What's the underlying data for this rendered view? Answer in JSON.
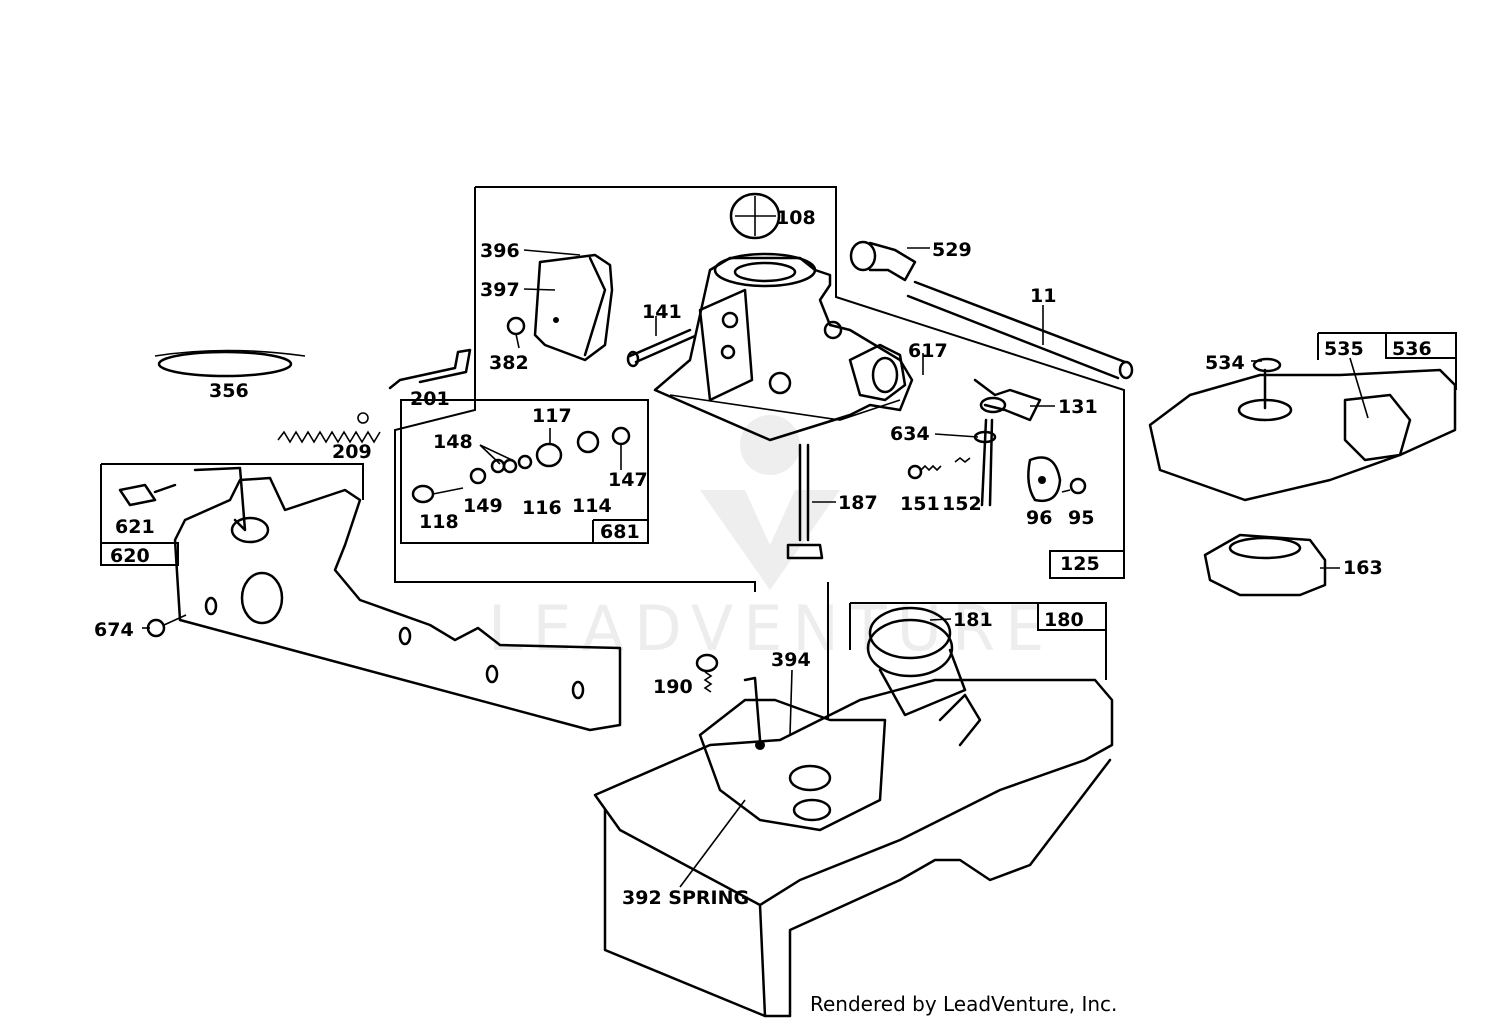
{
  "diagram": {
    "credit": "Rendered by LeadVenture, Inc.",
    "watermark": "LEADVENTURE",
    "labels": {
      "p11": "11",
      "p95": "95",
      "p96": "96",
      "p108": "108",
      "p114": "114",
      "p116": "116",
      "p117": "117",
      "p118": "118",
      "p125": "125",
      "p131": "131",
      "p141": "141",
      "p147": "147",
      "p148": "148",
      "p149": "149",
      "p151": "151",
      "p152": "152",
      "p163": "163",
      "p180": "180",
      "p181": "181",
      "p187": "187",
      "p190": "190",
      "p201": "201",
      "p209": "209",
      "p356": "356",
      "p382": "382",
      "p392": "392 SPRING",
      "p394": "394",
      "p396": "396",
      "p397": "397",
      "p529": "529",
      "p534": "534",
      "p535": "535",
      "p536": "536",
      "p617": "617",
      "p620": "620",
      "p621": "621",
      "p634": "634",
      "p674": "674",
      "p681": "681"
    }
  }
}
